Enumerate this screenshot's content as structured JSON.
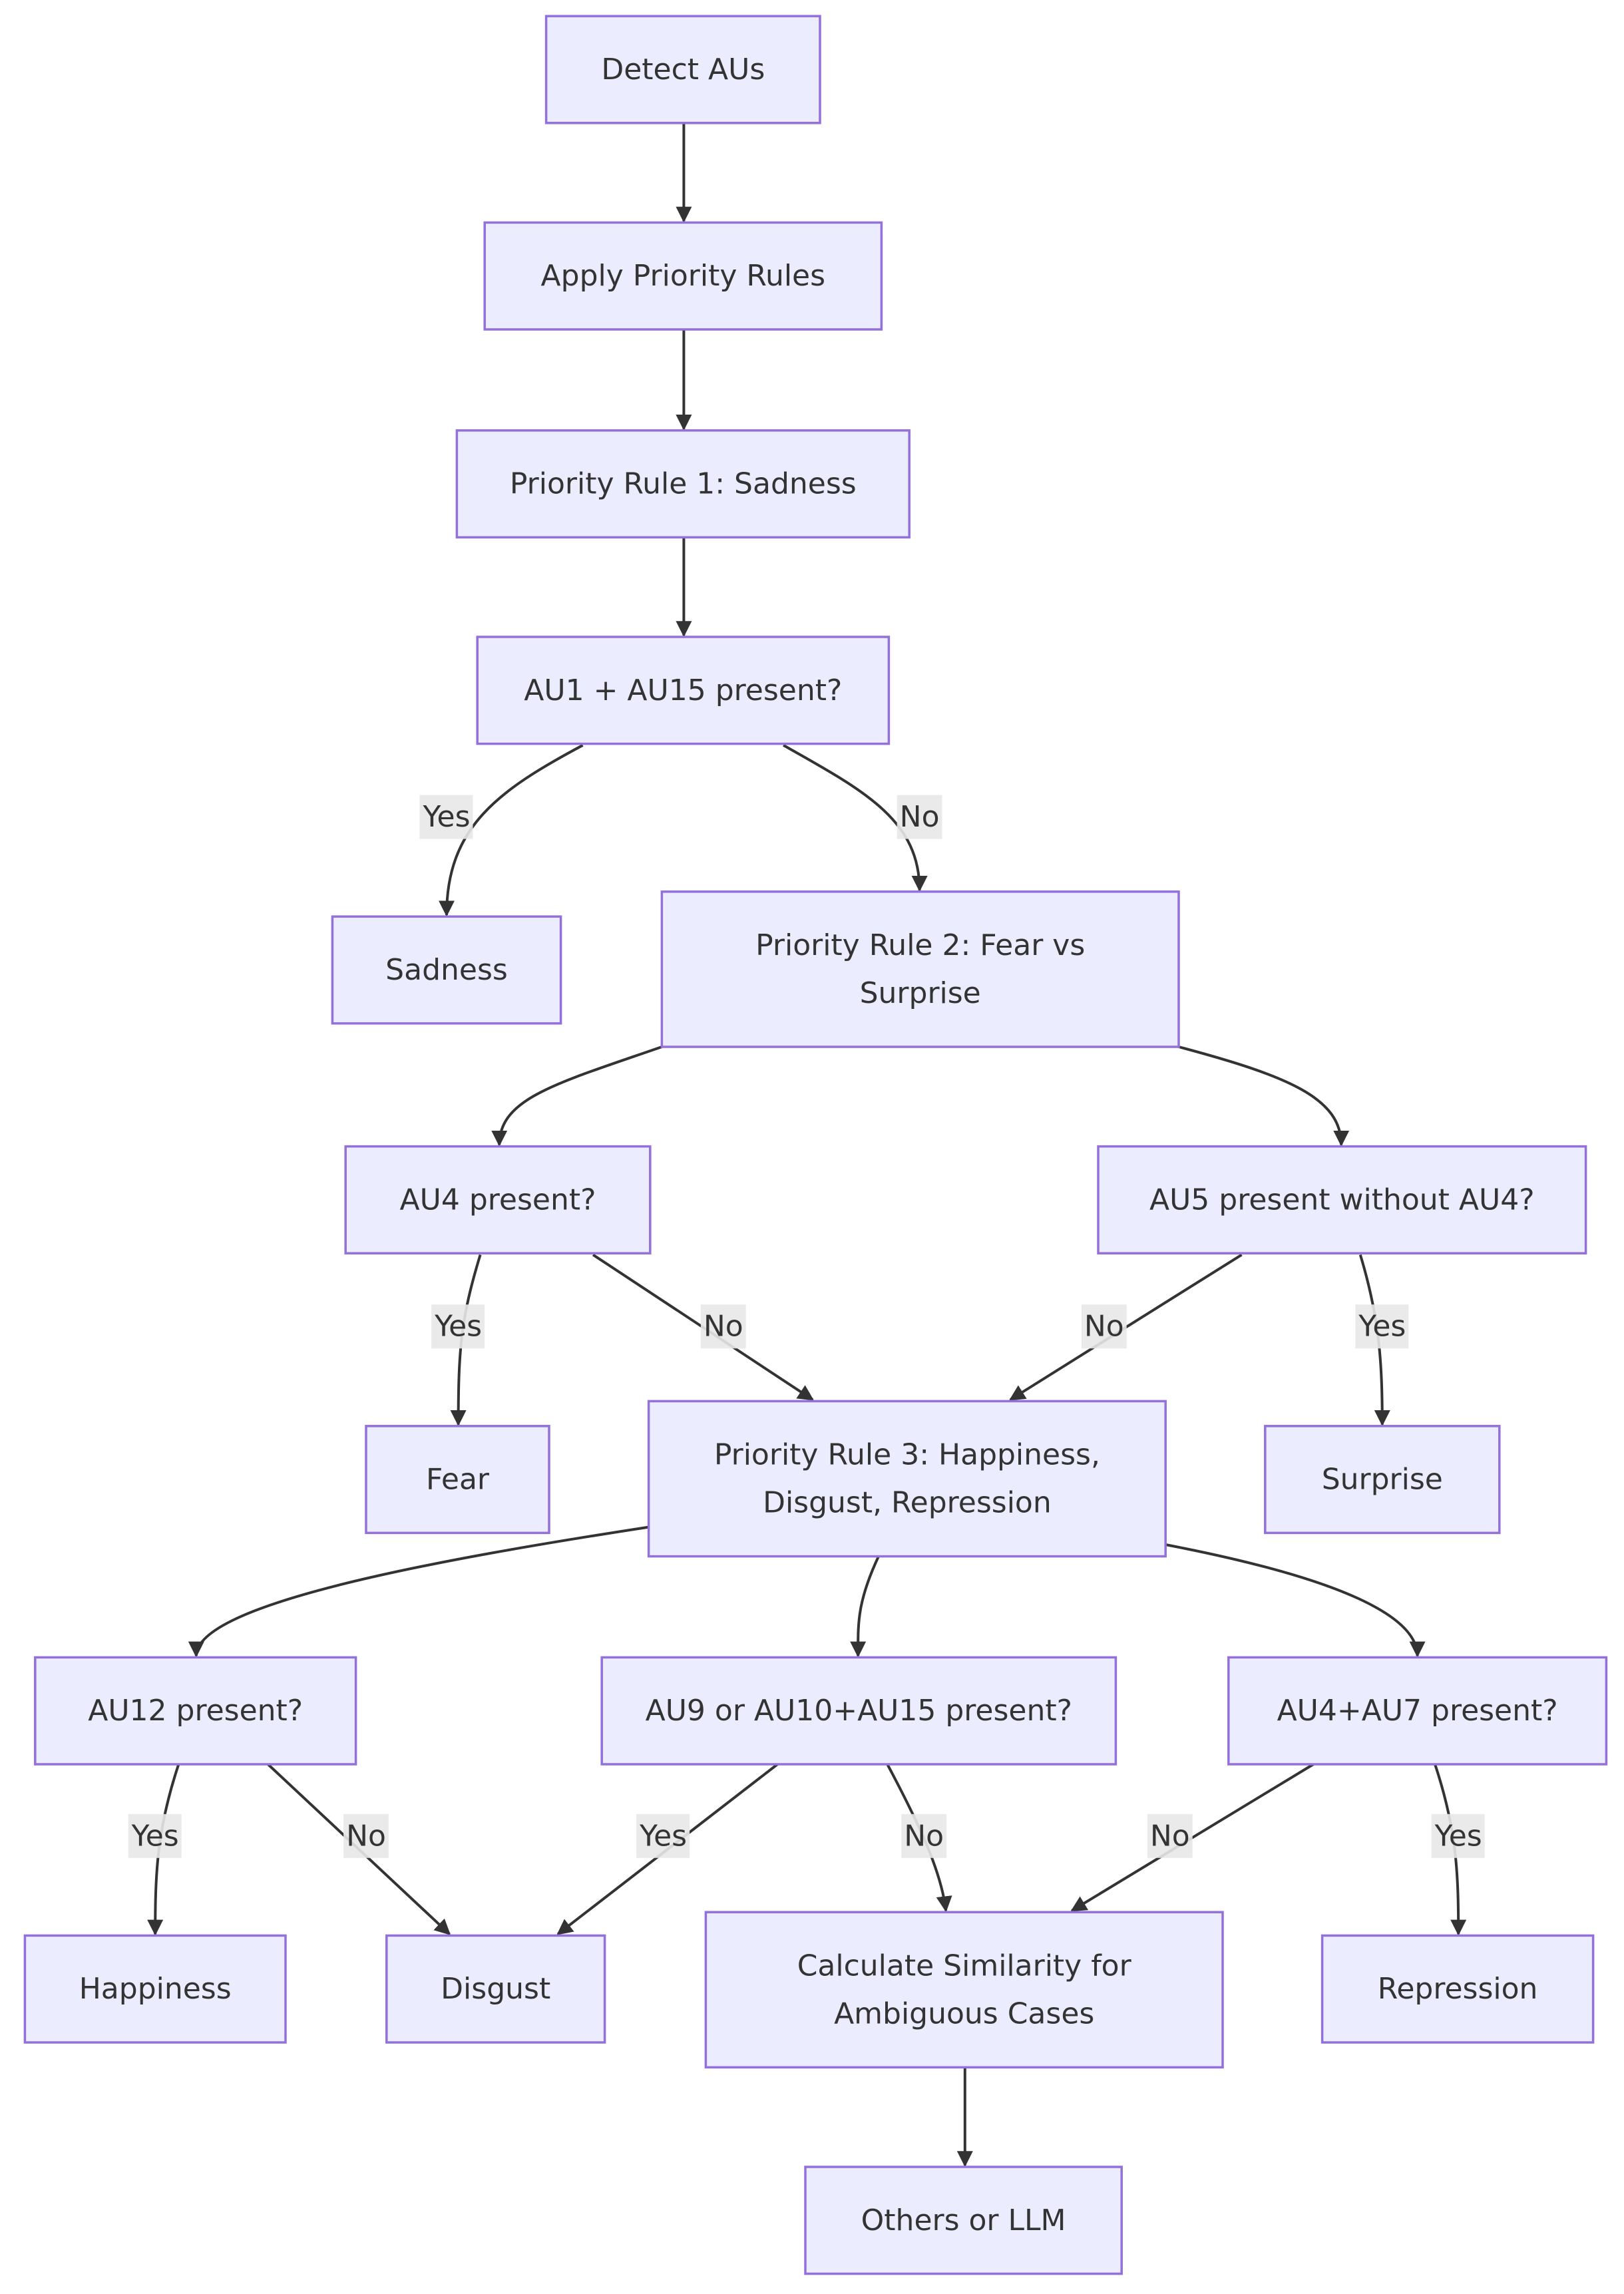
{
  "nodes": {
    "detect": [
      "Detect AUs"
    ],
    "apply": [
      "Apply Priority Rules"
    ],
    "rule1": [
      "Priority Rule 1: Sadness"
    ],
    "q_au1_au15": [
      "AU1 + AU15 present?"
    ],
    "sadness": [
      "Sadness"
    ],
    "rule2": [
      "Priority Rule 2: Fear vs",
      "Surprise"
    ],
    "q_au4": [
      "AU4 present?"
    ],
    "q_au5": [
      "AU5 present without AU4?"
    ],
    "fear": [
      "Fear"
    ],
    "rule3": [
      "Priority Rule 3: Happiness,",
      "Disgust, Repression"
    ],
    "surprise": [
      "Surprise"
    ],
    "q_au12": [
      "AU12 present?"
    ],
    "q_au9": [
      "AU9 or AU10+AU15 present?"
    ],
    "q_au4_au7": [
      "AU4+AU7 present?"
    ],
    "happiness": [
      "Happiness"
    ],
    "disgust": [
      "Disgust"
    ],
    "similarity": [
      "Calculate Similarity for",
      "Ambiguous Cases"
    ],
    "repression": [
      "Repression"
    ],
    "others": [
      "Others or LLM"
    ]
  },
  "edges": [
    {
      "from": "detect",
      "to": "apply",
      "label": ""
    },
    {
      "from": "apply",
      "to": "rule1",
      "label": ""
    },
    {
      "from": "rule1",
      "to": "q_au1_au15",
      "label": ""
    },
    {
      "from": "q_au1_au15",
      "to": "sadness",
      "label": "Yes"
    },
    {
      "from": "q_au1_au15",
      "to": "rule2",
      "label": "No"
    },
    {
      "from": "rule2",
      "to": "q_au4",
      "label": ""
    },
    {
      "from": "rule2",
      "to": "q_au5",
      "label": ""
    },
    {
      "from": "q_au4",
      "to": "fear",
      "label": "Yes"
    },
    {
      "from": "q_au4",
      "to": "rule3",
      "label": "No"
    },
    {
      "from": "q_au5",
      "to": "rule3",
      "label": "No"
    },
    {
      "from": "q_au5",
      "to": "surprise",
      "label": "Yes"
    },
    {
      "from": "rule3",
      "to": "q_au12",
      "label": ""
    },
    {
      "from": "rule3",
      "to": "q_au9",
      "label": ""
    },
    {
      "from": "rule3",
      "to": "q_au4_au7",
      "label": ""
    },
    {
      "from": "q_au12",
      "to": "happiness",
      "label": "Yes"
    },
    {
      "from": "q_au12",
      "to": "disgust",
      "label": "No"
    },
    {
      "from": "q_au9",
      "to": "disgust",
      "label": "Yes"
    },
    {
      "from": "q_au9",
      "to": "similarity",
      "label": "No"
    },
    {
      "from": "q_au4_au7",
      "to": "similarity",
      "label": "No"
    },
    {
      "from": "q_au4_au7",
      "to": "repression",
      "label": "Yes"
    },
    {
      "from": "similarity",
      "to": "others",
      "label": ""
    }
  ],
  "colors": {
    "node_fill": "#ECECFF",
    "node_stroke": "#9370DB",
    "edge": "#333333",
    "label_bg": "#E8E8E8",
    "text": "#333333"
  }
}
